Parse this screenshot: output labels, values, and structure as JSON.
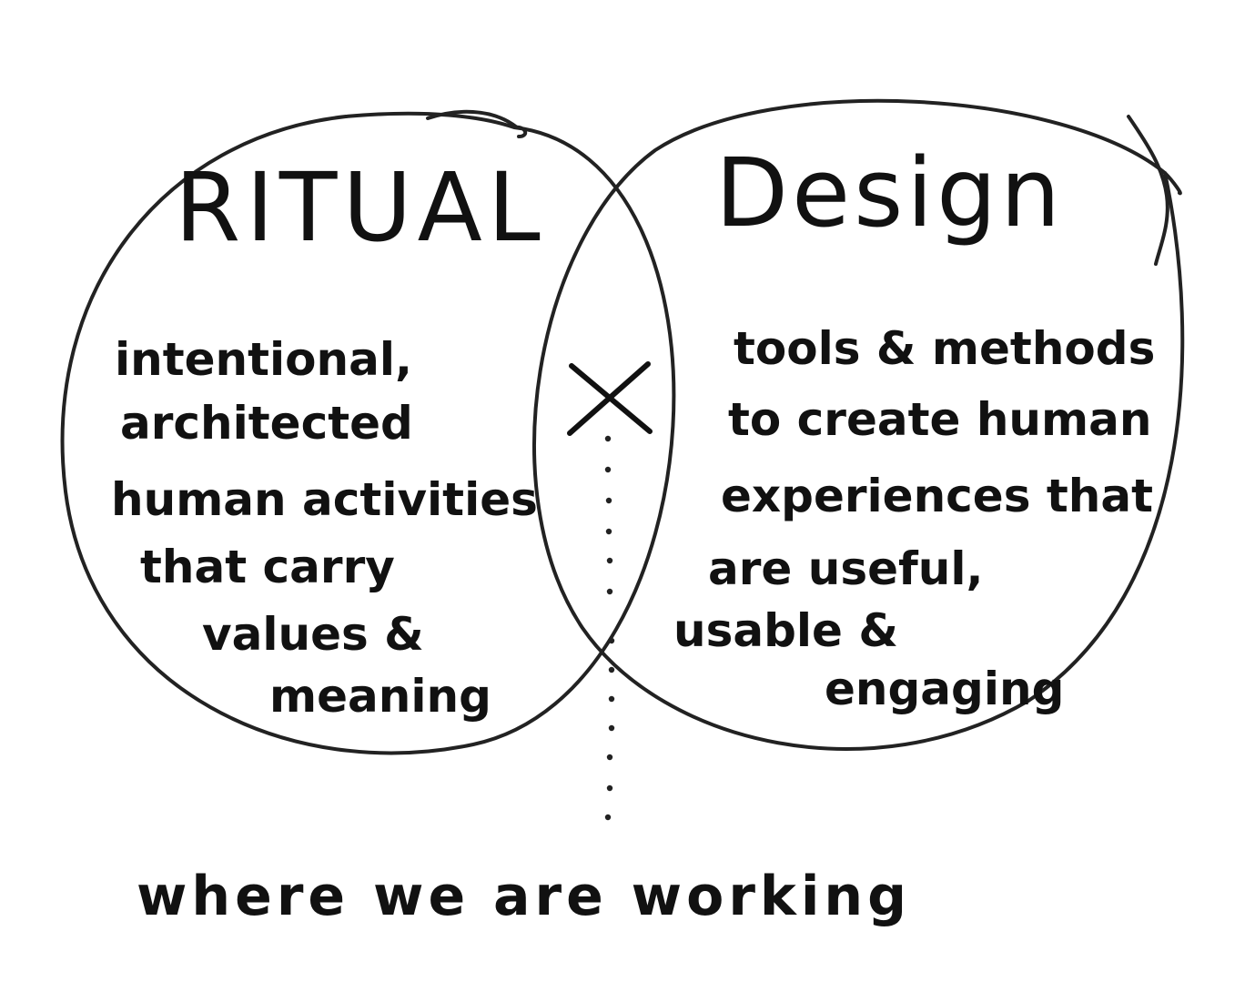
{
  "diagram": {
    "left": {
      "title": "RITUAL",
      "lines": [
        "intentional,",
        "architected",
        "human activities",
        "that carry",
        "values &",
        "meaning"
      ]
    },
    "right": {
      "title": "Design",
      "lines": [
        "tools & methods",
        "to create human",
        "experiences that",
        "are useful,",
        "usable &",
        "engaging"
      ]
    },
    "intersection": {
      "symbol": "×"
    },
    "footer": "where we are working"
  },
  "colors": {
    "ink": "#111111",
    "paper": "#ffffff"
  }
}
